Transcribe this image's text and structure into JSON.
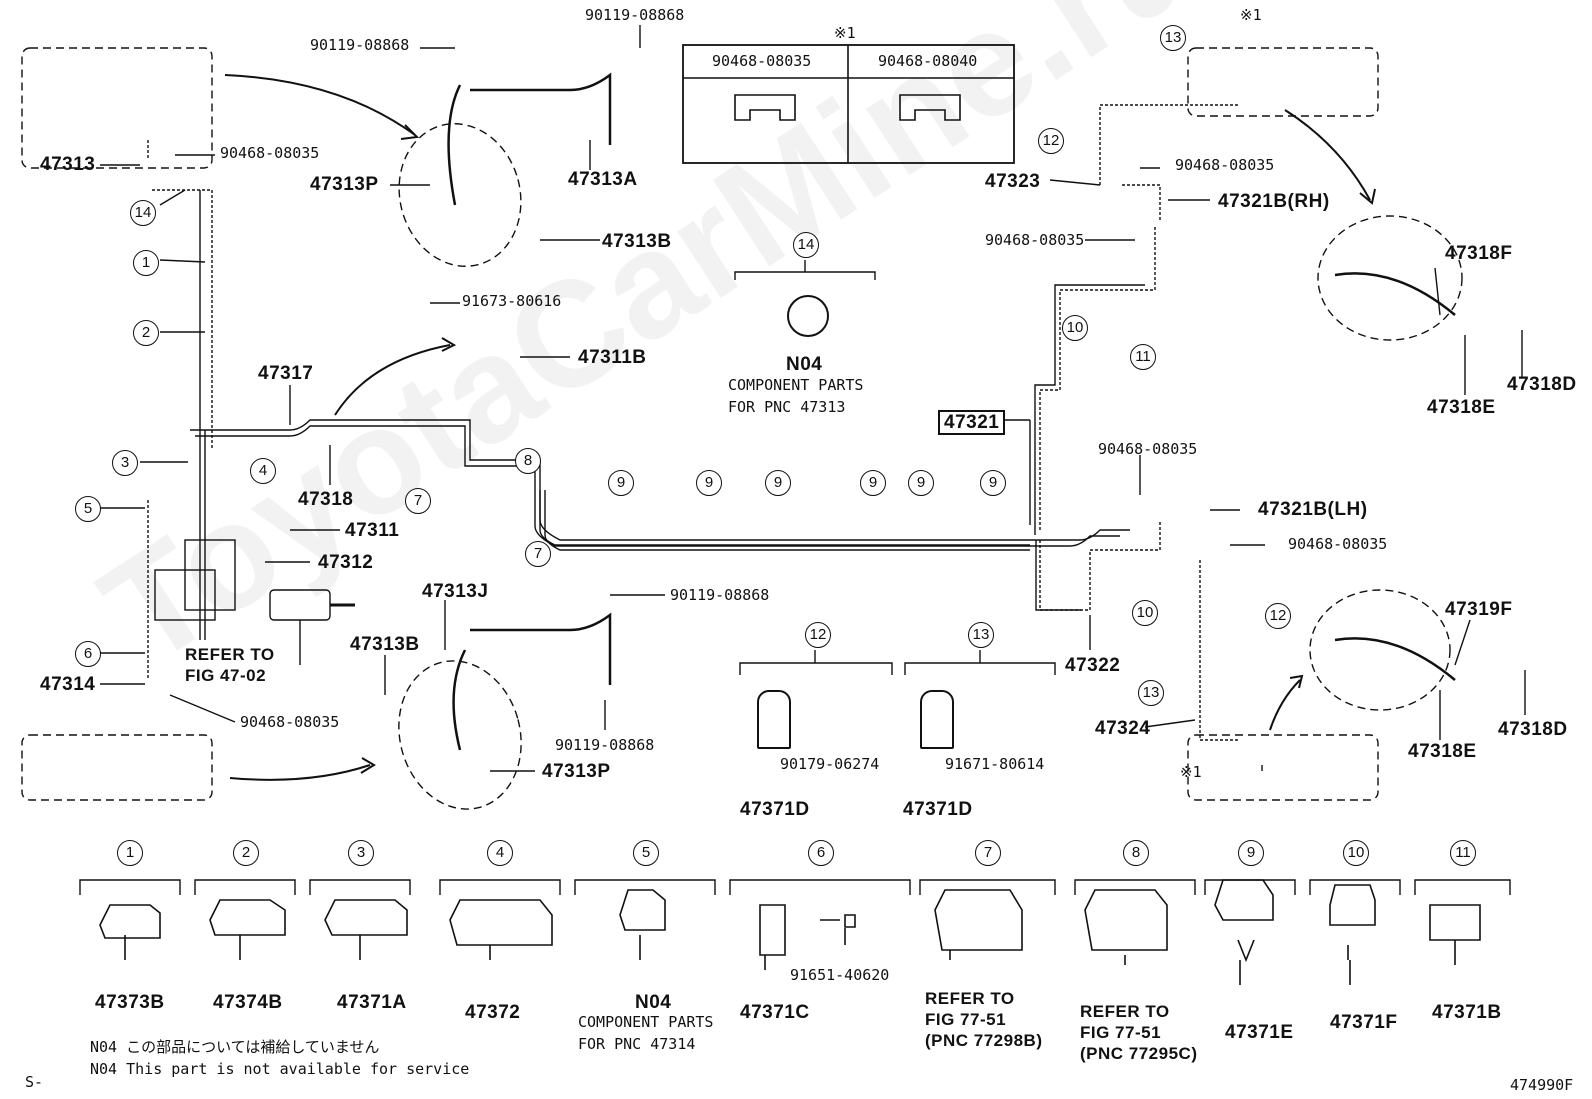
{
  "watermark": "ToyotaCarMine.ru",
  "parts": {
    "p47313": "47313",
    "p47314": "47314",
    "p47317": "47317",
    "p47318": "47318",
    "p47311": "47311",
    "p47312": "47312",
    "p47313P_top": "47313P",
    "p47313A": "47313A",
    "p47313B_top": "47313B",
    "p47311B": "47311B",
    "p47313J": "47313J",
    "p47313B_bot": "47313B",
    "p47313P_bot": "47313P",
    "p47323": "47323",
    "p47321B_RH": "47321B(RH)",
    "p47321": "47321",
    "p47321B_LH": "47321B(LH)",
    "p47322": "47322",
    "p47324": "47324",
    "p47318F": "47318F",
    "p47318E_top": "47318E",
    "p47318D_top": "47318D",
    "p47319F": "47319F",
    "p47318E_bot": "47318E",
    "p47318D_bot": "47318D",
    "p47371D_a": "47371D",
    "p47371D_b": "47371D"
  },
  "bolts": {
    "b_90119_a": "90119-08868",
    "b_90119_b": "90119-08868",
    "b_90119_c": "90119-08868",
    "b_90119_d": "90119-08868",
    "c_90468_a": "90468-08035",
    "c_90468_b": "90468-08035",
    "c_90468_c": "90468-08035",
    "c_90468_d": "90468-08035",
    "c_90468_e": "90468-08035",
    "c_90468_f": "90468-08035",
    "b_91673": "91673-80616",
    "b_90179": "90179-06274",
    "b_91671": "91671-80614",
    "b_91651": "91651-40620"
  },
  "clip_table": {
    "mark": "※1",
    "col1": "90468-08035",
    "col2": "90468-08040"
  },
  "marks": {
    "m1_top": "※1",
    "m1_bot": "※1"
  },
  "n04_top": {
    "code": "N04",
    "line1": "COMPONENT PARTS",
    "line2": "FOR PNC 47313"
  },
  "n04_bot": {
    "code": "N04",
    "line1": "COMPONENT PARTS",
    "line2": "FOR PNC 47314"
  },
  "refer_fig": {
    "line1": "REFER TO",
    "line2": "FIG 47-02"
  },
  "refer_7": {
    "line1": "REFER TO",
    "line2": "FIG 77-51",
    "line3": "(PNC 77298B)"
  },
  "refer_8": {
    "line1": "REFER TO",
    "line2": "FIG 77-51",
    "line3": "(PNC 77295C)"
  },
  "bottom_parts": [
    {
      "num": "①",
      "pn": "47373B"
    },
    {
      "num": "②",
      "pn": "47374B"
    },
    {
      "num": "③",
      "pn": "47371A"
    },
    {
      "num": "④",
      "pn": "47372"
    },
    {
      "num": "⑤",
      "pn": "N04"
    },
    {
      "num": "⑥",
      "pn": "47371C"
    },
    {
      "num": "⑦",
      "pn": ""
    },
    {
      "num": "⑧",
      "pn": ""
    },
    {
      "num": "⑨",
      "pn": "47371E"
    },
    {
      "num": "⑩",
      "pn": "47371F"
    },
    {
      "num": "⑪",
      "pn": "47371B"
    }
  ],
  "callouts": {
    "c1": "1",
    "c2": "2",
    "c3": "3",
    "c4": "4",
    "c5": "5",
    "c6": "6",
    "c7": "7",
    "c8": "8",
    "c9": "9",
    "c10": "10",
    "c11": "11",
    "c12": "12",
    "c13": "13",
    "c14": "14"
  },
  "footer": {
    "note_jp": "N04 この部品については補給していません",
    "note_en": "N04 This part is not available for service",
    "left_code": "S-",
    "figure_code": "474990F"
  }
}
